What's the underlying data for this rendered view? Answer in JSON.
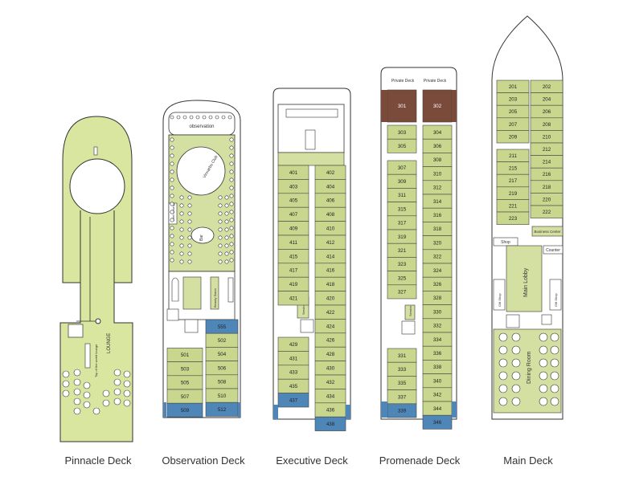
{
  "colors": {
    "cabin": "#c8d68e",
    "cabin_blue": "#4f86b8",
    "suite_brown": "#7a4a3a",
    "hull": "#ffffff",
    "outline": "#333333",
    "pinnacle_fill": "#d8e6a0",
    "grey_band": "#9a9a9a"
  },
  "decks": [
    {
      "id": "pinnacle",
      "name": "Pinnacle Deck",
      "labels": {
        "lounge": "LOUNGE",
        "note": "Top of the world lounge"
      },
      "left_cabins": [],
      "right_cabins": []
    },
    {
      "id": "observation",
      "name": "Observation Deck",
      "labels": {
        "observation": "observation",
        "club": "Vinnarbo Club",
        "bar": "Bar",
        "lounge1": "Stern Lounge",
        "lounge2": "Beauty Salon"
      },
      "left_cabins": [
        "501",
        "503",
        "505",
        "507",
        "509"
      ],
      "right_cabins": [
        "555",
        "502",
        "504",
        "506",
        "508",
        "510",
        "512"
      ],
      "blue_cabins": [
        "555",
        "509",
        "512"
      ]
    },
    {
      "id": "executive",
      "name": "Executive Deck",
      "labels": {
        "service": "Service"
      },
      "left_cabins": [
        "401",
        "403",
        "405",
        "407",
        "409",
        "411",
        "415",
        "417",
        "419",
        "421",
        "429",
        "431",
        "433",
        "435",
        "437"
      ],
      "right_cabins": [
        "402",
        "404",
        "406",
        "408",
        "410",
        "412",
        "414",
        "416",
        "418",
        "420",
        "422",
        "424",
        "426",
        "428",
        "430",
        "432",
        "434",
        "436",
        "438"
      ],
      "blue_cabins": [
        "437",
        "438"
      ]
    },
    {
      "id": "promenade",
      "name": "Promenade Deck",
      "labels": {
        "private1": "Private Deck",
        "private2": "Private Deck",
        "service": "Service"
      },
      "left_cabins": [
        "301",
        "303",
        "305",
        "307",
        "309",
        "311",
        "315",
        "317",
        "319",
        "321",
        "323",
        "325",
        "327",
        "331",
        "333",
        "335",
        "337",
        "339"
      ],
      "right_cabins": [
        "302",
        "304",
        "306",
        "308",
        "310",
        "312",
        "314",
        "316",
        "318",
        "320",
        "322",
        "324",
        "326",
        "328",
        "330",
        "332",
        "334",
        "336",
        "338",
        "340",
        "342",
        "344",
        "346"
      ],
      "brown_cabins": [
        "301",
        "302"
      ],
      "blue_cabins": [
        "339",
        "346"
      ]
    },
    {
      "id": "main",
      "name": "Main Deck",
      "labels": {
        "business": "Business Center",
        "shop": "Shop",
        "counter": "Counter",
        "lobby": "Main Lobby",
        "gift1": "Gift Shop",
        "gift2": "Gift Shop",
        "dining": "Dining Room"
      },
      "left_cabins": [
        "201",
        "203",
        "205",
        "207",
        "209",
        "211",
        "215",
        "217",
        "219",
        "221",
        "223"
      ],
      "right_cabins": [
        "202",
        "204",
        "206",
        "208",
        "210",
        "212",
        "214",
        "216",
        "218",
        "220",
        "222"
      ]
    }
  ]
}
